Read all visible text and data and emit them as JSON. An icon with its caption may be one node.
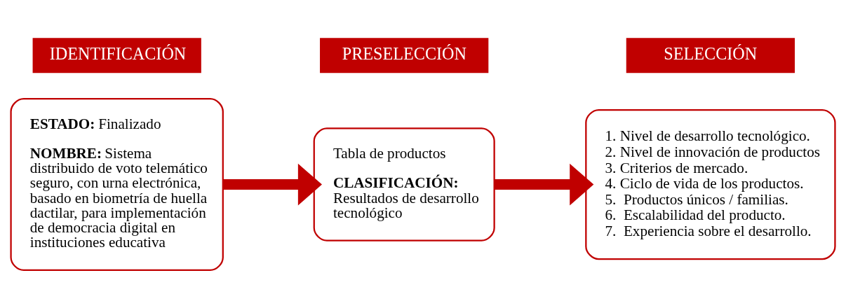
{
  "diagram": {
    "nodes": [
      {
        "text": [
          "IDENTIFICACIÓN"
        ]
      },
      {
        "text": [
          "**ESTADO:** Finalizado",
          "**NOMBRE:** Sistema distribuido de voto telemático seguro, con urna electrónica, basado en biometría de huella dactilar, para implementación de democracia digital en instituciones educativa"
        ]
      },
      {
        "text": [
          "PRESELECCIÓN"
        ]
      },
      {
        "text": [
          "Tabla de productos",
          "**CLASIFICACIÓN:** Resultados de desarrollo tecnológico"
        ]
      },
      {
        "text": [
          "SELECCIÓN"
        ]
      },
      {
        "text": [
          "1. Nivel de desarrollo tecnológico.",
          "2. Nivel de innovación de productos",
          "3. Criterios de mercado.",
          "4. Ciclo de vida de los productos.",
          "5.  Productos únicos / familias.",
          "6.  Escalabilidad del producto.",
          "7.  Experiencia sobre el desarrollo."
        ]
      }
    ],
    "edges": [
      {
        "from": 1,
        "to": 3,
        "arrow": "to"
      },
      {
        "from": 3,
        "to": 5,
        "arrow": "to"
      }
    ]
  }
}
